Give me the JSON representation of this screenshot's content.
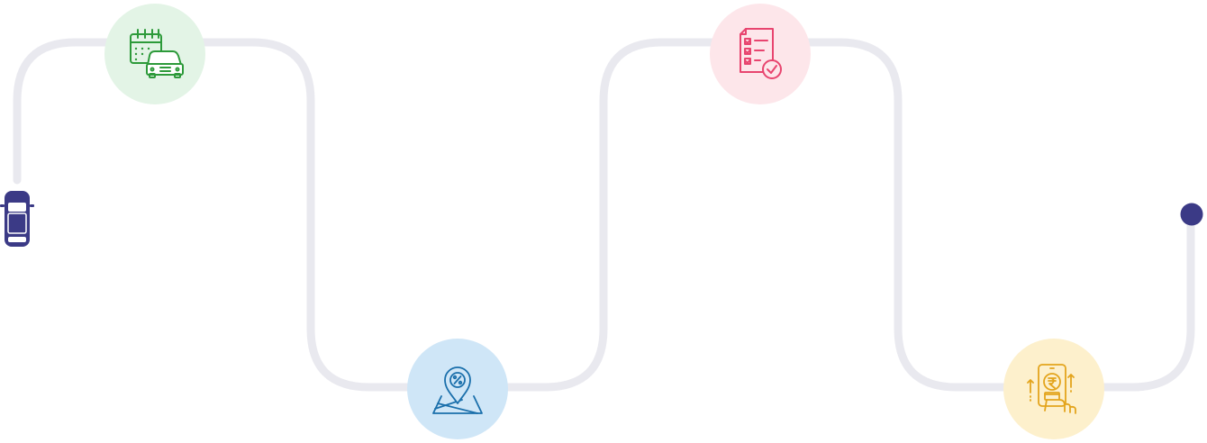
{
  "colors": {
    "track": "#e9e9ef",
    "car": "#3b3a86",
    "end_dot": "#3b3a86",
    "white": "#ffffff"
  },
  "start_marker": {
    "icon": "car-top-view-icon"
  },
  "end_marker": {
    "icon": "end-dot-icon"
  },
  "steps": [
    {
      "name": "step-schedule-test-drive",
      "icon": "calendar-car-icon",
      "bg": "#e3f4e6",
      "color": "#2d9a3a"
    },
    {
      "name": "step-find-offer",
      "icon": "location-discount-map-icon",
      "bg": "#cfe6f7",
      "color": "#1a6fab"
    },
    {
      "name": "step-checklist",
      "icon": "document-checklist-icon",
      "bg": "#fde6ea",
      "color": "#e8456f"
    },
    {
      "name": "step-mobile-payment",
      "icon": "rupee-mobile-payment-icon",
      "bg": "#fdf0cc",
      "color": "#e3a41c"
    }
  ]
}
